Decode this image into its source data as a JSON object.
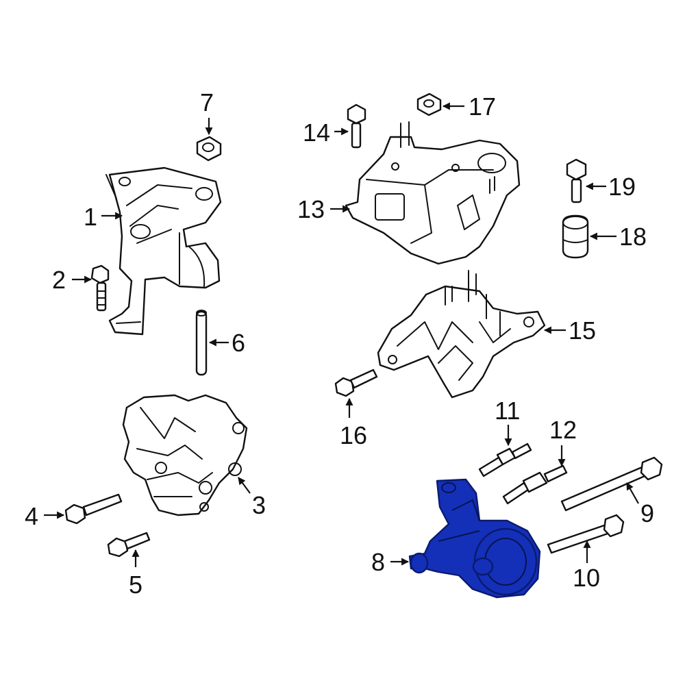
{
  "diagram": {
    "callouts": {
      "c1": "1",
      "c2": "2",
      "c3": "3",
      "c4": "4",
      "c5": "5",
      "c6": "6",
      "c7": "7",
      "c8": "8",
      "c9": "9",
      "c10": "10",
      "c11": "11",
      "c12": "12",
      "c13": "13",
      "c14": "14",
      "c15": "15",
      "c16": "16",
      "c17": "17",
      "c18": "18",
      "c19": "19"
    },
    "highlighted_part": "8",
    "colors": {
      "highlight": "#1430b8",
      "line": "#111111",
      "background": "#ffffff"
    }
  }
}
